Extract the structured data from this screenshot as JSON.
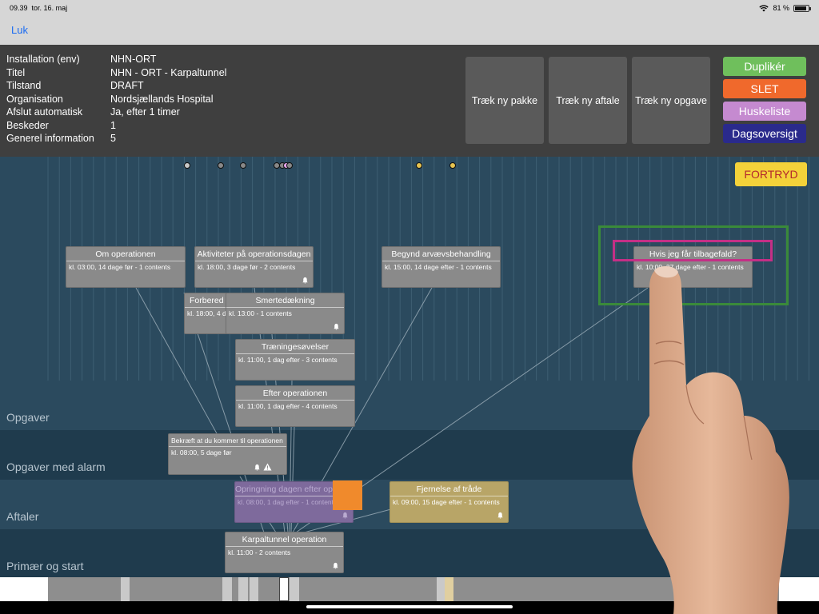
{
  "status": {
    "time": "09.39",
    "date": "tor. 16. maj",
    "battery": "81 %",
    "battery_level": 0.81
  },
  "nav": {
    "close_label": "Luk"
  },
  "info": [
    {
      "key": "Installation (env)",
      "value": "NHN-ORT"
    },
    {
      "key": "Titel",
      "value": "NHN - ORT - Karpaltunnel"
    },
    {
      "key": "Tilstand",
      "value": "DRAFT"
    },
    {
      "key": "Organisation",
      "value": "Nordsjællands Hospital"
    },
    {
      "key": "Afslut automatisk",
      "value": "Ja, efter 1 timer"
    },
    {
      "key": "Beskeder",
      "value": "1"
    },
    {
      "key": "Generel information",
      "value": "5"
    }
  ],
  "actions": {
    "drag_package": "Træk ny pakke",
    "drag_appointment": "Træk ny aftale",
    "drag_task": "Træk ny opgave",
    "duplicate": "Duplikér",
    "delete": "SLET",
    "checklist": "Huskeliste",
    "day_overview": "Dagsoversigt",
    "undo": "FORTRYD"
  },
  "colors": {
    "duplicate": "#6fbf5c",
    "delete": "#f0692c",
    "checklist": "#c58ad0",
    "day_overview": "#2a2a8c",
    "undo_bg": "#f4d23a",
    "undo_text": "#b3272d",
    "appointment_purple": "#7e6a9c",
    "appointment_yellow": "#b8a567",
    "timeline_bg": "#2b4a5e"
  },
  "lanes": {
    "tasks": "Opgaver",
    "tasks_alarm": "Opgaver med alarm",
    "appointments": "Aftaler",
    "primary": "Primær og start"
  },
  "cards": {
    "om_operationen": {
      "title": "Om operationen",
      "sub": "kl. 03:00, 14 dage før - 1 contents"
    },
    "aktiviteter": {
      "title": "Aktiviteter på operationsdagen",
      "sub": "kl. 18:00, 3 dage før - 2 contents"
    },
    "forbered": {
      "title": "Forbered",
      "sub": "kl. 18:00, 4 d"
    },
    "smertedaekning": {
      "title": "Smertedækning",
      "sub": "kl. 13:00 - 1 contents"
    },
    "traening": {
      "title": "Træningesøvelser",
      "sub": "kl. 11:00, 1 dag efter - 3 contents"
    },
    "efter": {
      "title": "Efter operationen",
      "sub": "kl. 11:00, 1 dag efter - 4 contents"
    },
    "bekraeft": {
      "title": "Bekræft at du kommer til operationen",
      "sub": "kl. 08:00, 5 dage før"
    },
    "arvaev": {
      "title": "Begynd arvævsbehandling",
      "sub": "kl. 15:00, 14 dage efter - 1 contents"
    },
    "tilbagefald": {
      "title": "Hvis jeg får tilbagefald?",
      "sub": "kl. 10:00, 37 dage efter - 1 contents"
    },
    "opringning": {
      "title": "Opringning dagen efter operation",
      "sub": "kl. 08:00, 1 dag efter - 1 contents"
    },
    "fjernelse": {
      "title": "Fjernelse af tråde",
      "sub": "kl. 09:00, 15 dage efter - 1 contents"
    },
    "karpal": {
      "title": "Karpaltunnel operation",
      "sub": "kl. 11:00 - 2 contents"
    }
  },
  "icons": {
    "bell": "bell-icon",
    "warning": "warning-icon",
    "wifi": "wifi-icon",
    "battery": "battery-icon"
  }
}
